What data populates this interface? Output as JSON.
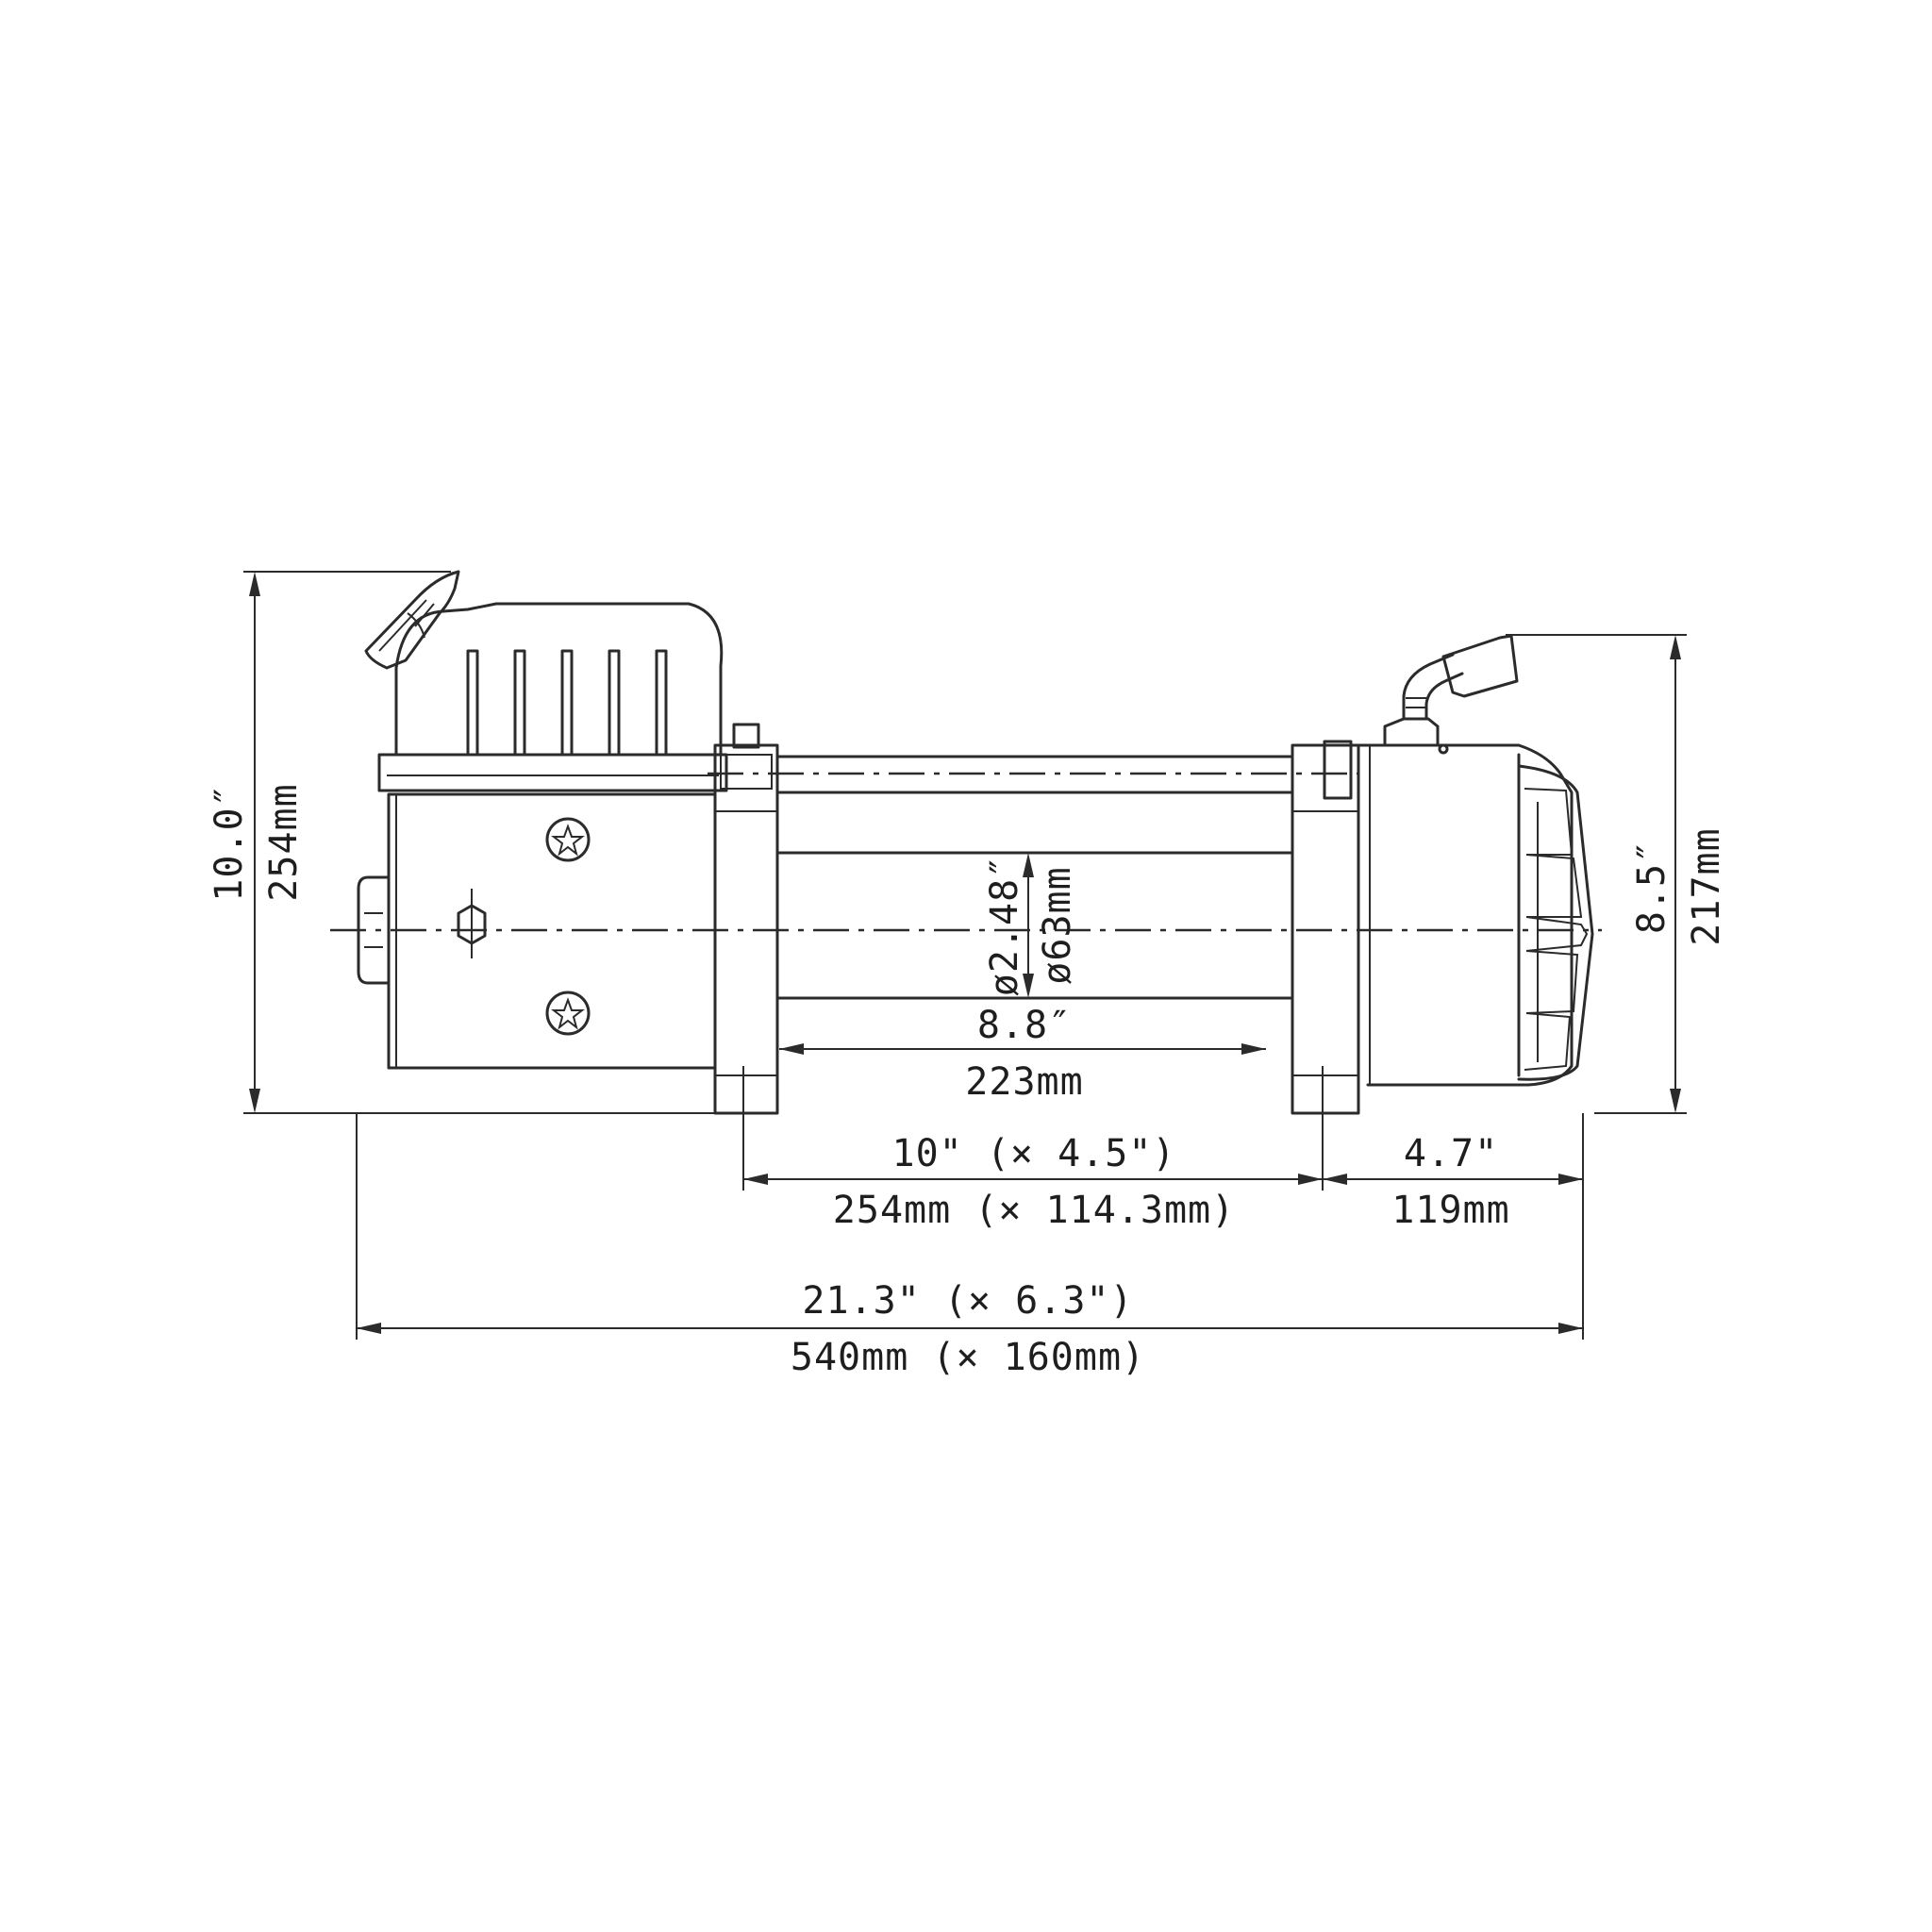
{
  "dimensions": {
    "overall_height_in": "10.0″",
    "overall_height_mm": "254mm",
    "drum_diameter_in": "ø2.48″",
    "drum_diameter_mm": "ø63mm",
    "right_height_in": "8.5″",
    "right_height_mm": "217mm",
    "drum_length_in": "8.8″",
    "drum_length_mm": "223mm",
    "mount_spacing_in": "10\" (× 4.5\")",
    "mount_spacing_mm": "254mm (× 114.3mm)",
    "gearbox_length_in": "4.7\"",
    "gearbox_length_mm": "119mm",
    "overall_length_in": "21.3\" (× 6.3\")",
    "overall_length_mm": "540mm (× 160mm)"
  },
  "colors": {
    "line": "#2b2b2b",
    "background": "#ffffff"
  }
}
